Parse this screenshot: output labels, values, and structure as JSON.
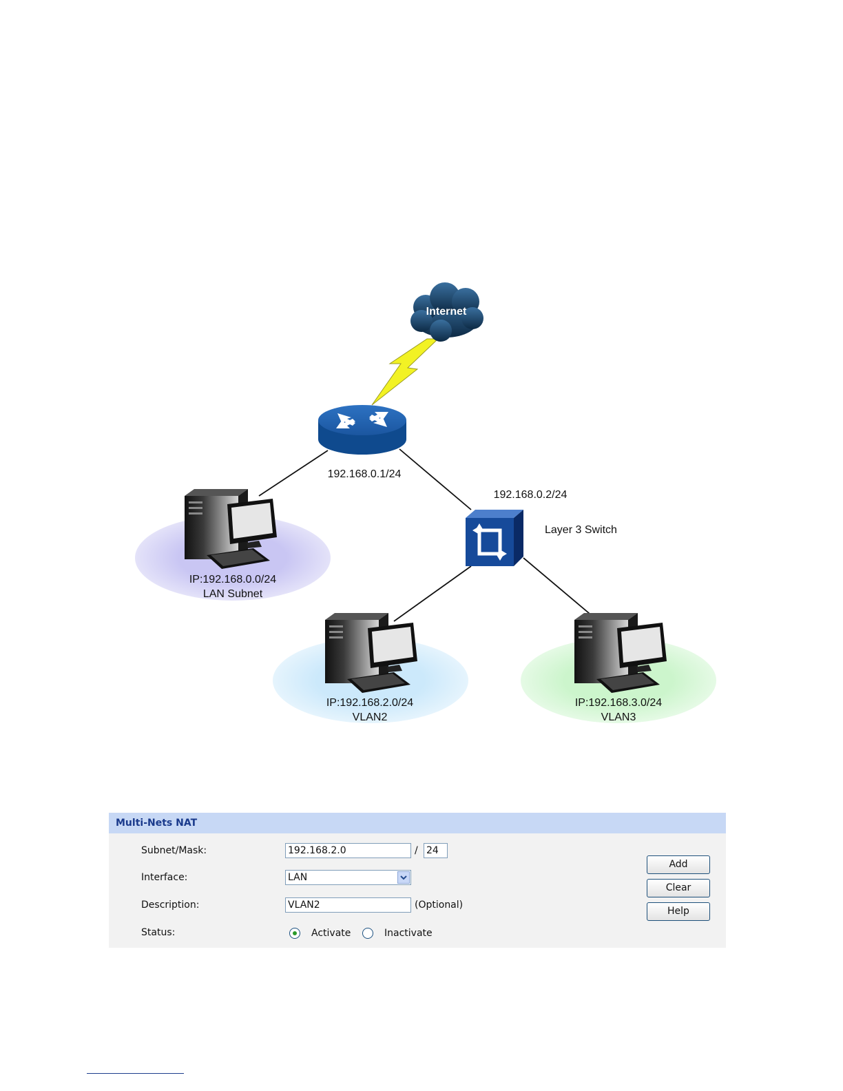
{
  "diagram": {
    "internet_label": "Internet",
    "router_ip": "192.168.0.1/24",
    "switch_ip": "192.168.0.2/24",
    "switch_label": "Layer 3 Switch",
    "lan": {
      "ip": "IP:192.168.0.0/24",
      "name": "LAN Subnet",
      "color": "#c9c6f3"
    },
    "vlan2": {
      "ip": "IP:192.168.2.0/24",
      "name": "VLAN2",
      "color": "#cce9fb"
    },
    "vlan3": {
      "ip": "IP:192.168.3.0/24",
      "name": "VLAN3",
      "color": "#ccf5cc"
    }
  },
  "nat": {
    "title": "Multi-Nets NAT",
    "subnet_label": "Subnet/Mask:",
    "subnet_value": "192.168.2.0",
    "mask_sep": "/",
    "mask_value": "24",
    "interface_label": "Interface:",
    "interface_value": "LAN",
    "description_label": "Description:",
    "description_value": "VLAN2",
    "description_hint": "(Optional)",
    "status_label": "Status:",
    "status_activate": "Activate",
    "status_inactivate": "Inactivate",
    "status_selected": "Activate",
    "buttons": {
      "add": "Add",
      "clear": "Clear",
      "help": "Help"
    }
  }
}
